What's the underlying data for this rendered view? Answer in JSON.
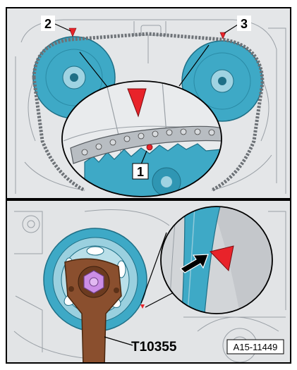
{
  "callouts": {
    "one": "1",
    "two": "2",
    "three": "3"
  },
  "tool_label": "T10355",
  "reference": "A15-11449",
  "colors": {
    "sprocket_blue": "#3ea9c6",
    "marker_red": "#e8232a",
    "tool_brown": "#8a4f2e",
    "bolt_purple": "#cc8ee6",
    "engine_gray": "#dcdfe2"
  }
}
